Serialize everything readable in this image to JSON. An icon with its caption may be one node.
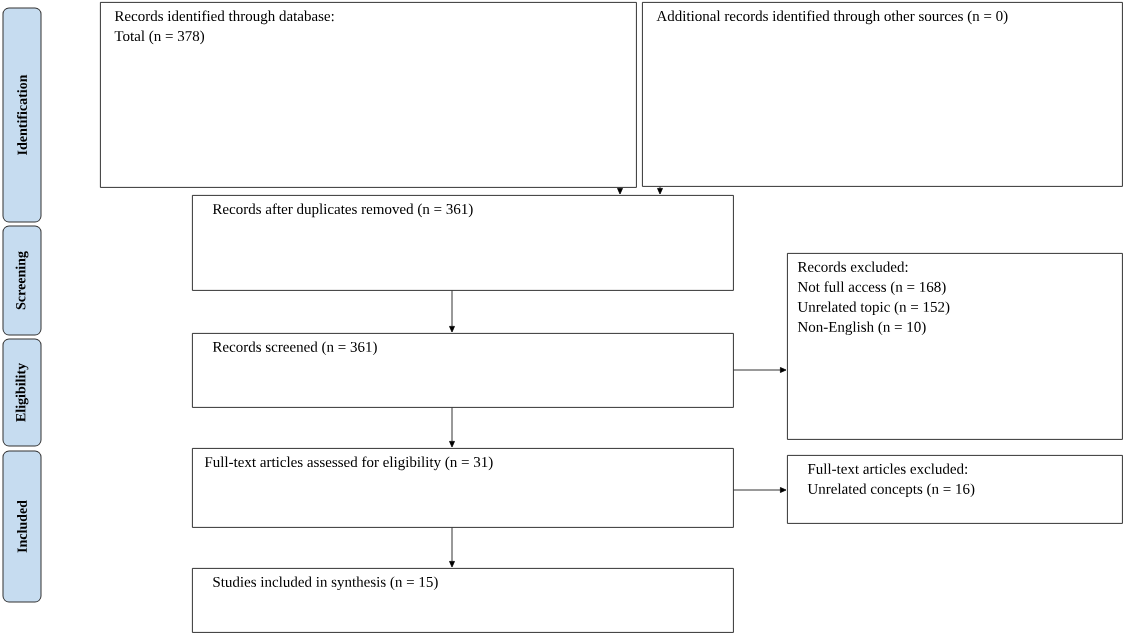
{
  "diagram": {
    "nodes": [
      {
        "text": [
          "Identification"
        ]
      },
      {
        "text": [
          "Screening"
        ]
      },
      {
        "text": [
          "Eligibility"
        ]
      },
      {
        "text": [
          "Included"
        ]
      },
      {
        "text": [
          "Records identified through database:",
          "Total (n = 378)"
        ]
      },
      {
        "text": [
          "Additional records identified through other sources (n = 0)"
        ]
      },
      {
        "text": [
          "Records after duplicates removed (n = 361)"
        ]
      },
      {
        "text": [
          "Records screened (n = 361)"
        ]
      },
      {
        "text": [
          "Records excluded:",
          "Not full access (n = 168)",
          "Unrelated topic (n = 152)",
          "Non-English (n = 10)"
        ]
      },
      {
        "text": [
          "Full-text articles assessed for eligibility (n = 31)"
        ]
      },
      {
        "text": [
          "Full-text articles excluded:",
          "Unrelated concepts (n = 16)"
        ]
      },
      {
        "text": [
          "Studies included in synthesis (n = 15)"
        ]
      }
    ],
    "edges": [
      {
        "from": 4,
        "to": 6,
        "arrow": "to"
      },
      {
        "from": 5,
        "to": 6,
        "arrow": "to"
      },
      {
        "from": 6,
        "to": 7,
        "arrow": "to"
      },
      {
        "from": 7,
        "to": 8,
        "arrow": "to"
      },
      {
        "from": 7,
        "to": 9,
        "arrow": "to"
      },
      {
        "from": 9,
        "to": 10,
        "arrow": "to"
      },
      {
        "from": 9,
        "to": 11,
        "arrow": "to"
      }
    ]
  }
}
